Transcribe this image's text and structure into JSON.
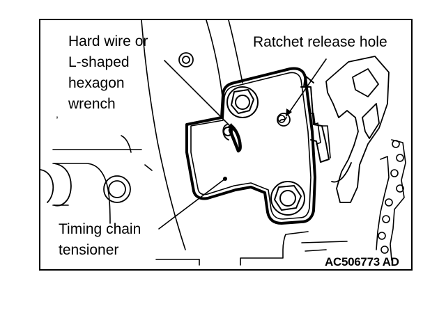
{
  "callouts": {
    "hard_wire": [
      "Hard wire or",
      "L-shaped",
      "hexagon",
      "wrench"
    ],
    "ratchet_hole": "Ratchet release hole",
    "tensioner": [
      "Timing chain",
      "tensioner"
    ]
  },
  "figure_code": "AC506773 AD"
}
